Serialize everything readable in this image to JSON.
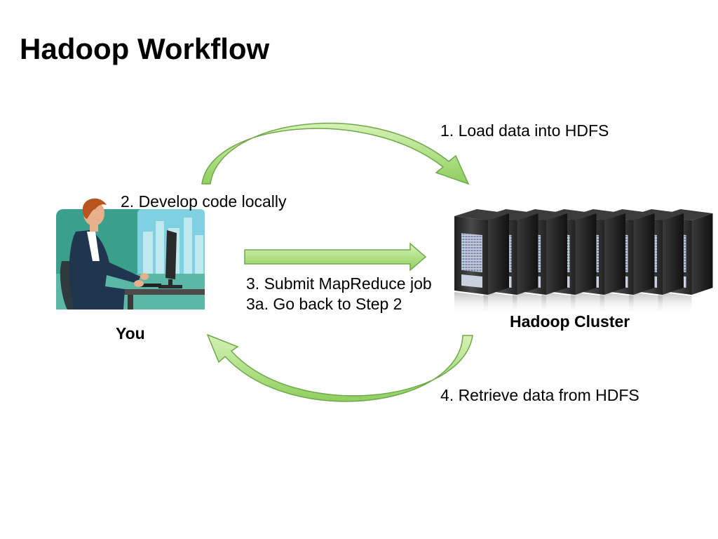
{
  "slide": {
    "title": "Hadoop Workflow"
  },
  "steps": {
    "load": "1. Load data into HDFS",
    "develop": "2. Develop code locally",
    "submit": "3. Submit MapReduce job",
    "goback": "3a. Go back to Step 2",
    "retrieve": "4. Retrieve data from HDFS"
  },
  "nodes": {
    "you_label": "You",
    "cluster_label": "Hadoop Cluster",
    "server_count": 8
  },
  "colors": {
    "arrow_fill": "#a8dc7c",
    "arrow_edge": "#6fa84a",
    "user_bg": "#3aa08c",
    "server_dark": "#2b2b2b"
  }
}
